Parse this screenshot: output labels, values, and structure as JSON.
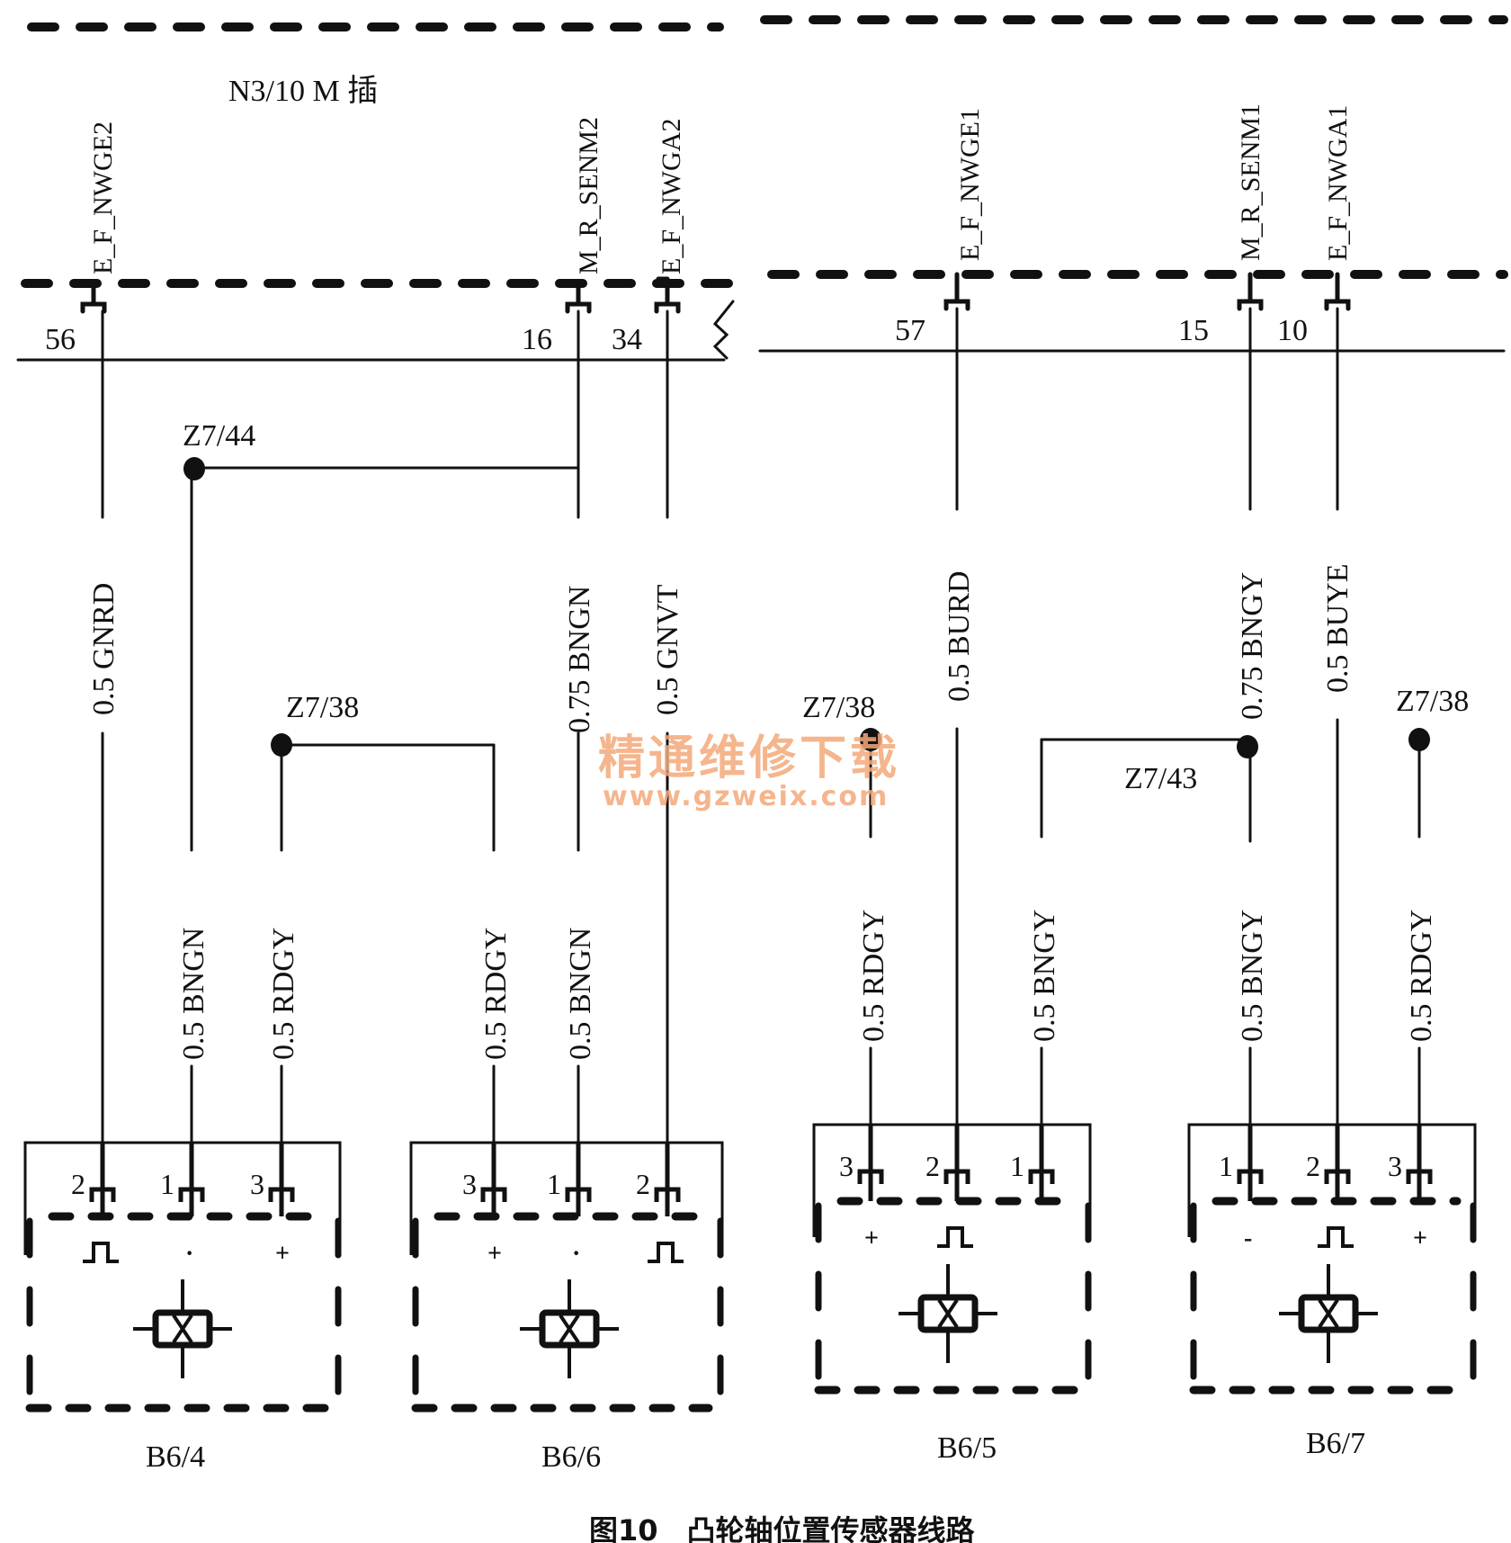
{
  "module": {
    "label": "N3/10 M 插",
    "left_pins": [
      {
        "signal": "E_F_NWGE2",
        "pin": "56"
      },
      {
        "signal": "M_R_SENM2",
        "pin": "16"
      },
      {
        "signal": "E_F_NWGA2",
        "pin": "34"
      }
    ],
    "right_pins": [
      {
        "signal": "E_F_NWGE1",
        "pin": "57"
      },
      {
        "signal": "M_R_SENM1",
        "pin": "15"
      },
      {
        "signal": "E_F_NWGA1",
        "pin": "10"
      }
    ]
  },
  "wires_upper": [
    {
      "label": "0.5 GNRD"
    },
    {
      "label": "0.75 BNGN"
    },
    {
      "label": "0.5 GNVT"
    },
    {
      "label": "0.5 BURD"
    },
    {
      "label": "0.75 BNGY"
    },
    {
      "label": "0.5 BUYE"
    }
  ],
  "splices": [
    {
      "label": "Z7/44"
    },
    {
      "label": "Z7/38"
    },
    {
      "label": "Z7/38"
    },
    {
      "label": "Z7/43"
    },
    {
      "label": "Z7/38"
    }
  ],
  "sensors": [
    {
      "name": "B6/4",
      "pins": [
        {
          "num": "2",
          "wire": "",
          "symbol": "pulse"
        },
        {
          "num": "1",
          "wire": "0.5 BNGN",
          "symbol": "·"
        },
        {
          "num": "3",
          "wire": "0.5 RDGY",
          "symbol": "+"
        }
      ]
    },
    {
      "name": "B6/6",
      "pins": [
        {
          "num": "3",
          "wire": "0.5 RDGY",
          "symbol": "+"
        },
        {
          "num": "1",
          "wire": "0.5 BNGN",
          "symbol": "·"
        },
        {
          "num": "2",
          "wire": "",
          "symbol": "pulse"
        }
      ]
    },
    {
      "name": "B6/5",
      "pins": [
        {
          "num": "3",
          "wire": "0.5 RDGY",
          "symbol": "+"
        },
        {
          "num": "2",
          "wire": "",
          "symbol": "pulse"
        },
        {
          "num": "1",
          "wire": "0.5 BNGY",
          "symbol": ""
        }
      ]
    },
    {
      "name": "B6/7",
      "pins": [
        {
          "num": "1",
          "wire": "0.5 BNGY",
          "symbol": "-"
        },
        {
          "num": "2",
          "wire": "",
          "symbol": "pulse"
        },
        {
          "num": "3",
          "wire": "0.5 RDGY",
          "symbol": "+"
        }
      ]
    }
  ],
  "watermark": {
    "cn": "精通维修下载",
    "url": "www.gzweix.com",
    "color": "#f4a97a"
  },
  "caption": "图10　凸轮轴位置传感器线路"
}
